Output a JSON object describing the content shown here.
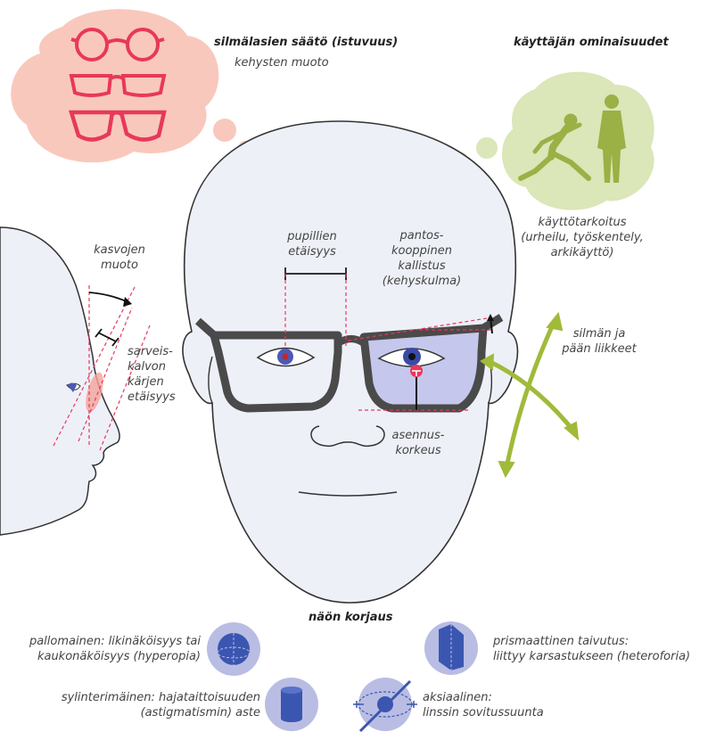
{
  "fit_heading": "silmälasien säätö (istuvuus)",
  "frame_shape": "kehysten muoto",
  "user_heading": "käyttäjän ominaisuudet",
  "usage_lines": [
    "käyttötarkoitus",
    "(urheilu, työskentely,",
    "arkikäyttö)"
  ],
  "face_shape_lines": [
    "kasvojen",
    "muoto"
  ],
  "vertex_lines": [
    "sarveis-",
    "kalvon",
    "kärjen",
    "etäisyys"
  ],
  "pd_lines": [
    "pupillien",
    "etäisyys"
  ],
  "tilt_lines": [
    "pantos-",
    "kooppinen",
    "kallistus",
    "(kehyskulma)"
  ],
  "movement_lines": [
    "silmän ja",
    "pään liikkeet"
  ],
  "height_lines": [
    "asennus-",
    "korkeus"
  ],
  "correction_heading": "näön korjaus",
  "spherical_lines": [
    "pallomainen: likinäköisyys tai",
    "kaukonäköisyys (hyperopia)"
  ],
  "cylindrical_lines": [
    "sylinterimäinen: hajataittoisuuden",
    "(astigmatismin) aste"
  ],
  "prism_lines": [
    "prismaattinen taivutus:",
    "liittyy karsastukseen (heteroforia)"
  ],
  "axial_lines": [
    "aksiaalinen:",
    "linssin sovitussuunta"
  ],
  "colors": {
    "frame_bubble": "#f9c8bd",
    "frame_red": "#e8385a",
    "user_bubble": "#dbe6b9",
    "figure_green": "#9bb045",
    "arrow_green": "#a0ba3a",
    "face_fill": "#eef0f8",
    "lens_tint": "#c5c7ec",
    "frame_dark": "#4a4a4a",
    "icon_circle": "#b9bde3",
    "icon_blue": "#3a56b0",
    "guide_red": "#e8385a"
  }
}
